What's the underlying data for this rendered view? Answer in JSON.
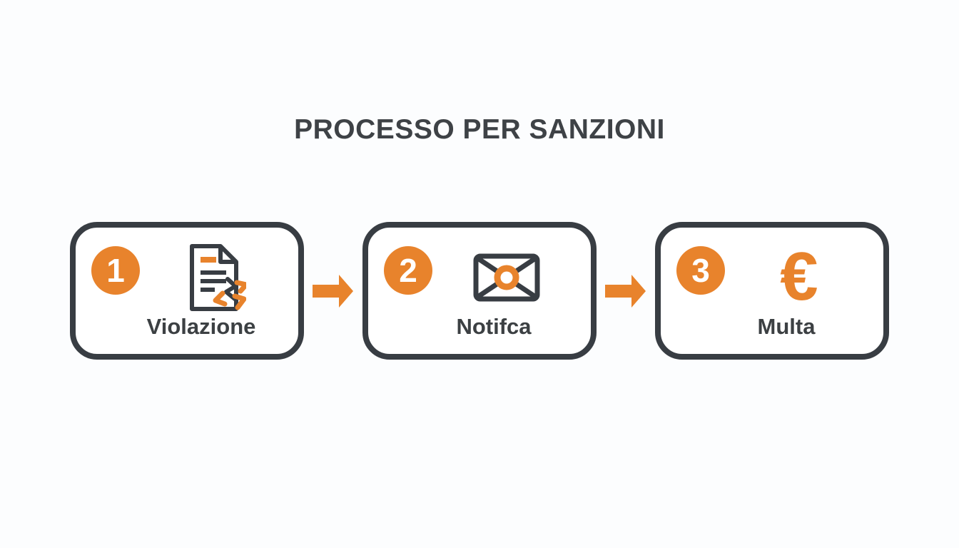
{
  "title": "PROCESSO PER SANZIONI",
  "colors": {
    "accent_orange": "#e8832c",
    "outline_dark": "#383d43",
    "text_dark": "#3c4043",
    "background": "#fcfdfe",
    "box_fill": "#ffffff"
  },
  "steps": [
    {
      "number": "1",
      "label": "Violazione",
      "icon": "torn-document-icon"
    },
    {
      "number": "2",
      "label": "Notifca",
      "icon": "sealed-envelope-icon"
    },
    {
      "number": "3",
      "label": "Multa",
      "icon": "euro-icon",
      "icon_glyph": "€"
    }
  ],
  "connector": {
    "icon": "right-arrow-icon"
  }
}
